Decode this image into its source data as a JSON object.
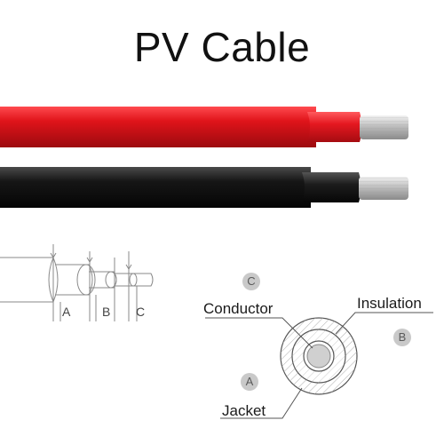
{
  "title": "PV Cable",
  "colors": {
    "red_jacket": "#e0141a",
    "black_jacket": "#141414",
    "conductor": "#c8c8c8",
    "line": "#5a5a5a",
    "badge": "#c9c9c9"
  },
  "cables": [
    {
      "name": "red-cable",
      "color": "red"
    },
    {
      "name": "black-cable",
      "color": "black"
    }
  ],
  "dimensions": [
    "A",
    "B",
    "C"
  ],
  "cross_section": {
    "labels": {
      "conductor": "Conductor",
      "insulation": "Insulation",
      "jacket": "Jacket"
    },
    "badges": {
      "conductor": "C",
      "insulation": "B",
      "jacket": "A"
    }
  }
}
